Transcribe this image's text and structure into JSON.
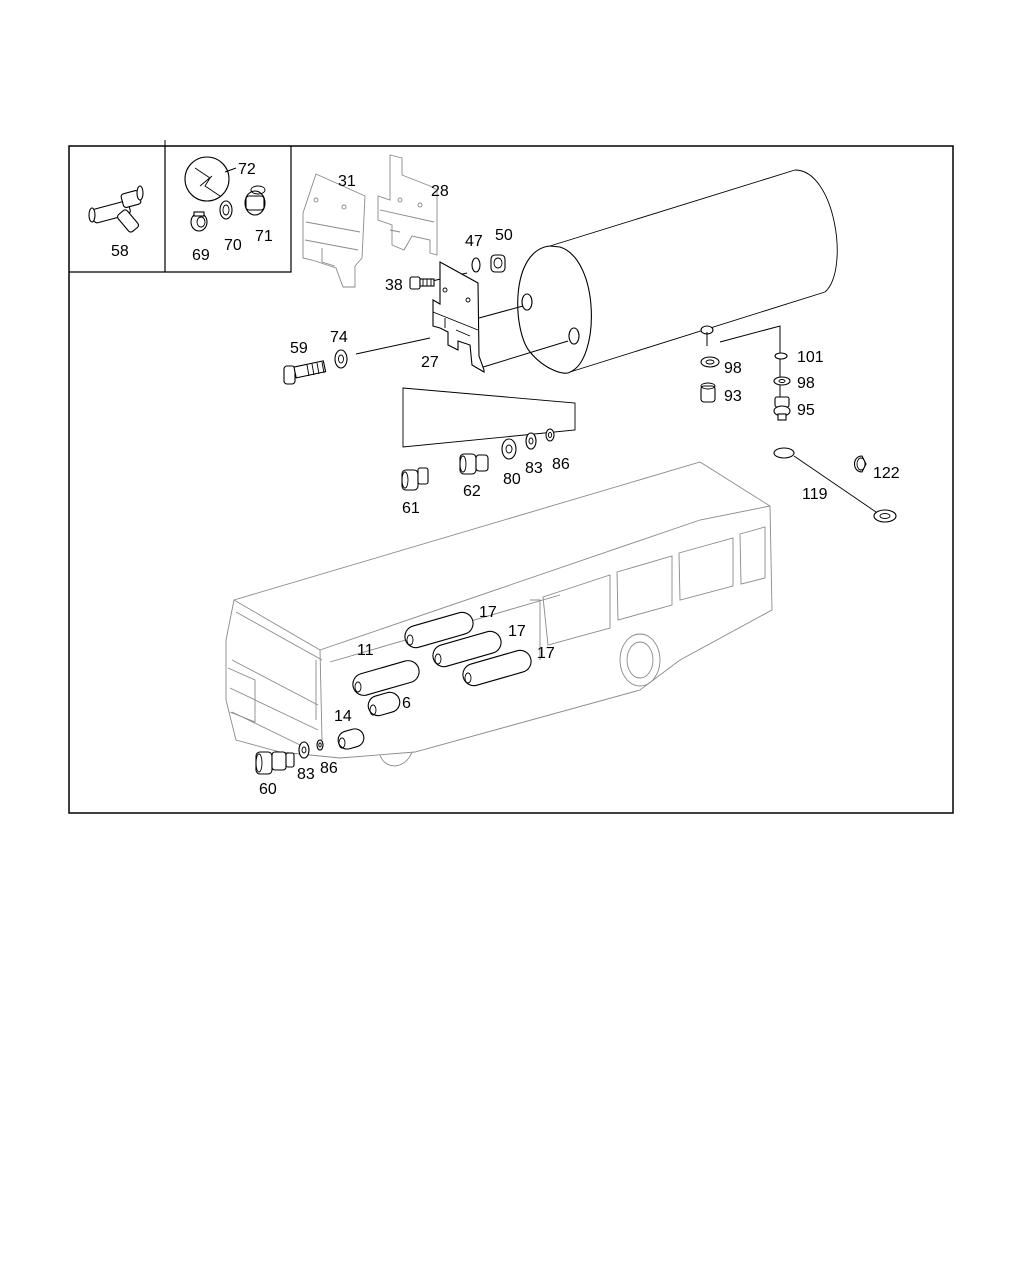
{
  "labels": {
    "p58": "58",
    "p72": "72",
    "p69": "69",
    "p70": "70",
    "p71": "71",
    "p31": "31",
    "p28": "28",
    "p47": "47",
    "p50": "50",
    "p38": "38",
    "p27": "27",
    "p59": "59",
    "p74": "74",
    "p98a": "98",
    "p93": "93",
    "p101": "101",
    "p98b": "98",
    "p95": "95",
    "p61": "61",
    "p62": "62",
    "p80": "80",
    "p83a": "83",
    "p86a": "86",
    "p119": "119",
    "p122": "122",
    "p17a": "17",
    "p17b": "17",
    "p17c": "17",
    "p11": "11",
    "p6": "6",
    "p14": "14",
    "p60": "60",
    "p83b": "83",
    "p86b": "86"
  },
  "colors": {
    "line": "#000000",
    "ghost": "#8a8a8a",
    "background": "#ffffff"
  }
}
